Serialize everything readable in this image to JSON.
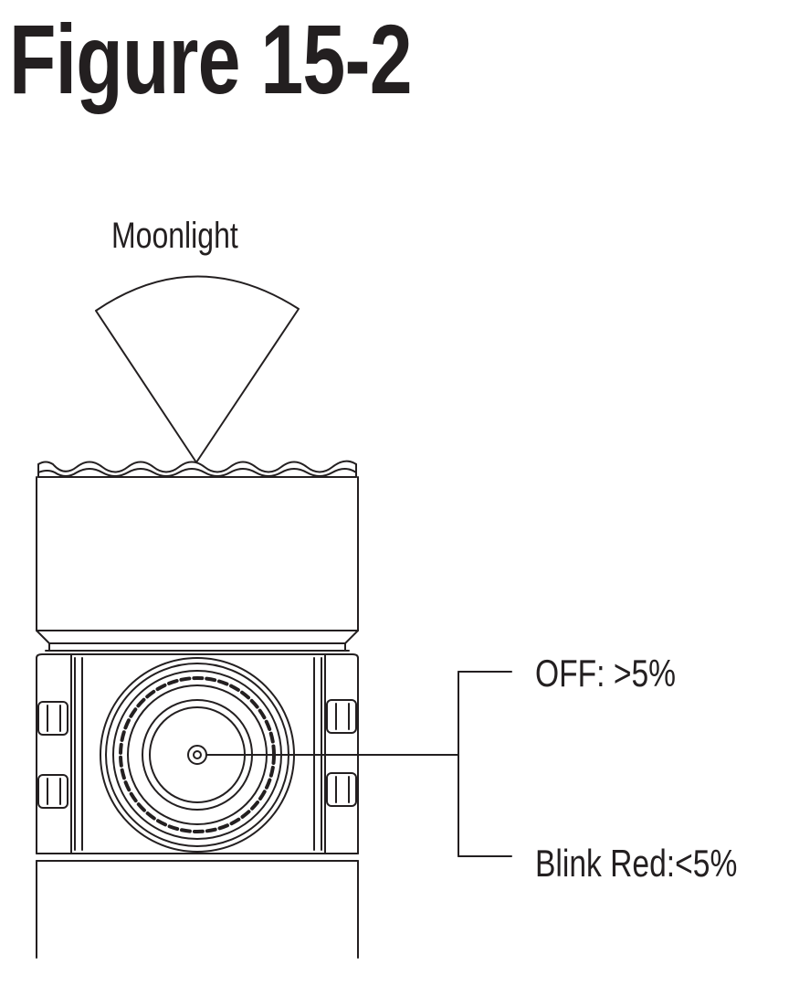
{
  "figure": {
    "title": "Figure 15-2"
  },
  "labels": {
    "beam": "Moonlight",
    "off_condition": "OFF: >5%",
    "blink_condition": "Blink Red:<5%"
  },
  "colors": {
    "ink": "#231f20",
    "background": "#ffffff"
  }
}
